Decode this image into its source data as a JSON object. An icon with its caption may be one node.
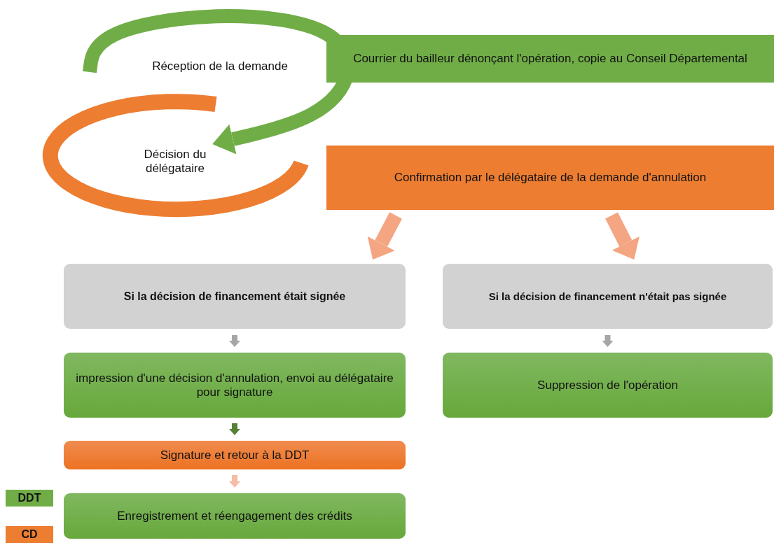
{
  "diagram": {
    "nodes": [
      {
        "text": [
          "Réception de la demande"
        ]
      },
      {
        "text": [
          "Décision du délégataire"
        ]
      },
      {
        "text": [
          "Courrier du bailleur dénonçant l'opération, copie au Conseil Départemental"
        ]
      },
      {
        "text": [
          "Confirmation par le délégataire de la demande d'annulation"
        ]
      },
      {
        "text": [
          "Si la décision de financement était signée"
        ]
      },
      {
        "text": [
          "Si la décision de financement n'était pas signée"
        ]
      },
      {
        "text": [
          "impression d'une décision d'annulation, envoi au délégataire pour signature"
        ]
      },
      {
        "text": [
          "Suppression de l'opération"
        ]
      },
      {
        "text": [
          "Signature et retour à la DDT"
        ]
      },
      {
        "text": [
          "Enregistrement et réengagement des crédits"
        ]
      }
    ],
    "edges": [
      {
        "from": null,
        "to": 1,
        "arrow": "to",
        "style": "thick",
        "color": "#70ad47"
      },
      {
        "from": 3,
        "to": 4,
        "arrow": "to",
        "style": "thick",
        "color": "#f4a582"
      },
      {
        "from": 3,
        "to": 5,
        "arrow": "to",
        "style": "thick",
        "color": "#f4a582"
      },
      {
        "from": 4,
        "to": 6,
        "arrow": "to"
      },
      {
        "from": 5,
        "to": 7,
        "arrow": "to"
      },
      {
        "from": 6,
        "to": 8,
        "arrow": "to",
        "color": "#548235"
      },
      {
        "from": 8,
        "to": 9,
        "arrow": "to",
        "color": "#f6bca4"
      }
    ],
    "legend": [
      {
        "text": "DDT",
        "color": "#70ad47"
      },
      {
        "text": "CD",
        "color": "#ed7d31"
      }
    ]
  }
}
